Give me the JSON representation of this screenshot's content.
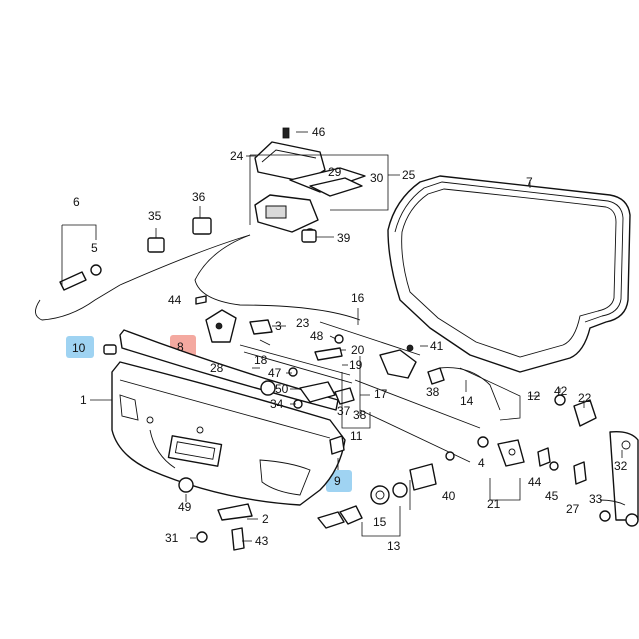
{
  "diagram": {
    "callouts": [
      {
        "key": "c1",
        "text": "1"
      },
      {
        "key": "c2",
        "text": "2"
      },
      {
        "key": "c3",
        "text": "3"
      },
      {
        "key": "c4",
        "text": "4"
      },
      {
        "key": "c5",
        "text": "5"
      },
      {
        "key": "c6",
        "text": "6"
      },
      {
        "key": "c7",
        "text": "7"
      },
      {
        "key": "c8",
        "text": "8",
        "highlight": "#f4a9a0"
      },
      {
        "key": "c9",
        "text": "9",
        "highlight": "#9fd3f2"
      },
      {
        "key": "c10",
        "text": "10",
        "highlight": "#9fd3f2"
      },
      {
        "key": "c11",
        "text": "11"
      },
      {
        "key": "c12",
        "text": "12"
      },
      {
        "key": "c13",
        "text": "13"
      },
      {
        "key": "c14",
        "text": "14"
      },
      {
        "key": "c15",
        "text": "15"
      },
      {
        "key": "c16",
        "text": "16"
      },
      {
        "key": "c17",
        "text": "17"
      },
      {
        "key": "c18",
        "text": "18"
      },
      {
        "key": "c19",
        "text": "19"
      },
      {
        "key": "c20",
        "text": "20"
      },
      {
        "key": "c21",
        "text": "21"
      },
      {
        "key": "c22",
        "text": "22"
      },
      {
        "key": "c23",
        "text": "23"
      },
      {
        "key": "c24",
        "text": "24"
      },
      {
        "key": "c25",
        "text": "25"
      },
      {
        "key": "c27",
        "text": "27"
      },
      {
        "key": "c28",
        "text": "28"
      },
      {
        "key": "c29",
        "text": "29"
      },
      {
        "key": "c30",
        "text": "30"
      },
      {
        "key": "c31",
        "text": "31"
      },
      {
        "key": "c32",
        "text": "32"
      },
      {
        "key": "c33",
        "text": "33"
      },
      {
        "key": "c34",
        "text": "34"
      },
      {
        "key": "c35",
        "text": "35"
      },
      {
        "key": "c36",
        "text": "36"
      },
      {
        "key": "c37",
        "text": "37"
      },
      {
        "key": "c38a",
        "text": "38"
      },
      {
        "key": "c38b",
        "text": "38"
      },
      {
        "key": "c39",
        "text": "39"
      },
      {
        "key": "c40",
        "text": "40"
      },
      {
        "key": "c41",
        "text": "41"
      },
      {
        "key": "c42",
        "text": "42"
      },
      {
        "key": "c43",
        "text": "43"
      },
      {
        "key": "c44a",
        "text": "44"
      },
      {
        "key": "c44b",
        "text": "44"
      },
      {
        "key": "c45",
        "text": "45"
      },
      {
        "key": "c46",
        "text": "46"
      },
      {
        "key": "c47",
        "text": "47"
      },
      {
        "key": "c48",
        "text": "48"
      },
      {
        "key": "c49",
        "text": "49"
      },
      {
        "key": "c50",
        "text": "50"
      }
    ]
  }
}
